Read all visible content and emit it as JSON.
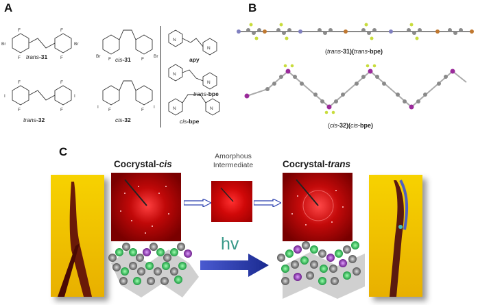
{
  "panels": {
    "a": {
      "letter": "A",
      "labels": [
        {
          "prefix": "trans",
          "suffix": "-31"
        },
        {
          "prefix": "cis",
          "suffix": "-31"
        },
        {
          "prefix": "trans",
          "suffix": "-32"
        },
        {
          "prefix": "cis",
          "suffix": "-32"
        }
      ],
      "ligands": [
        {
          "text": "apy",
          "italic": false
        },
        {
          "prefix": "trans",
          "suffix": "-bpe"
        },
        {
          "prefix": "cis",
          "suffix": "-bpe"
        }
      ]
    },
    "b": {
      "letter": "B",
      "caption_top": {
        "p1": "(",
        "i1": "trans",
        "p2": "-31)(",
        "i2": "trans",
        "p3": "-bpe)"
      },
      "caption_bottom": {
        "p1": "(",
        "i1": "cis",
        "p2": "-32)(",
        "i2": "cis",
        "p3": "-bpe)"
      }
    },
    "c": {
      "letter": "C",
      "left_title_main": "Cocrystal-",
      "left_title_italic": "cis",
      "mid_title": "Amorphous Intermediate",
      "right_title_main": "Cocrystal-",
      "right_title_italic": "trans",
      "hv": "hv"
    }
  },
  "colors": {
    "diffraction": "#d01010",
    "arrow_blue": "#2a3fae",
    "hv_color": "#3a9a8a",
    "crystal_bg": "#f4c000"
  }
}
